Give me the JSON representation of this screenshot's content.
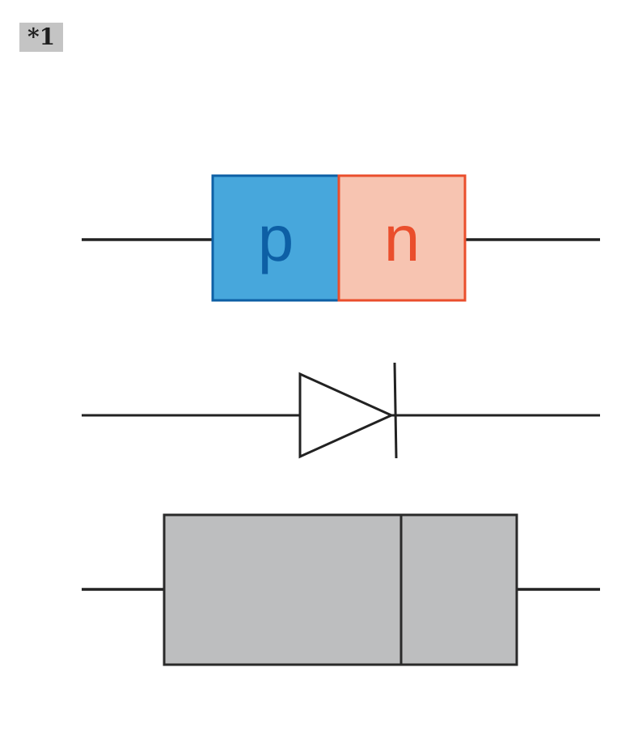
{
  "badge": {
    "label": "*1"
  },
  "pn_junction": {
    "p_label": "p",
    "n_label": "n"
  },
  "colors": {
    "wire": "#222222",
    "p_fill": "#47a7dc",
    "p_border": "#0d5fa5",
    "p_text": "#0d5fa5",
    "n_fill": "#f7c4b1",
    "n_border": "#ea4e2c",
    "n_text": "#ea4e2c",
    "body_fill": "#bdbebf",
    "badge_bg": "#c4c4c4"
  },
  "icons": [
    "pn-junction",
    "diode-symbol",
    "diode-component"
  ]
}
